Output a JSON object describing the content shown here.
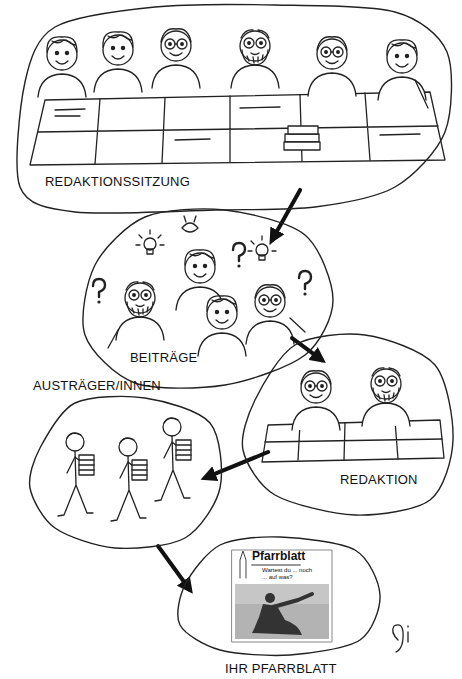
{
  "diagram": {
    "nodes": [
      {
        "text": [
          "REDAKTIONSSITZUNG"
        ]
      },
      {
        "text": [
          "BEITRÄGE"
        ]
      },
      {
        "text": [
          "REDAKTION"
        ]
      },
      {
        "text": [
          "AUSTRÄGER/INNEN"
        ]
      },
      {
        "text": [
          "IHR PFARRBLATT"
        ]
      }
    ],
    "edges": [
      {
        "from": 0,
        "to": 1,
        "arrow": "to"
      },
      {
        "from": 1,
        "to": 2,
        "arrow": "to"
      },
      {
        "from": 2,
        "to": 3,
        "arrow": "to"
      },
      {
        "from": 3,
        "to": 4,
        "arrow": "to"
      }
    ],
    "labels": [
      "Pfarrblatt",
      "Wartest du ... noch ... auf was?"
    ]
  }
}
